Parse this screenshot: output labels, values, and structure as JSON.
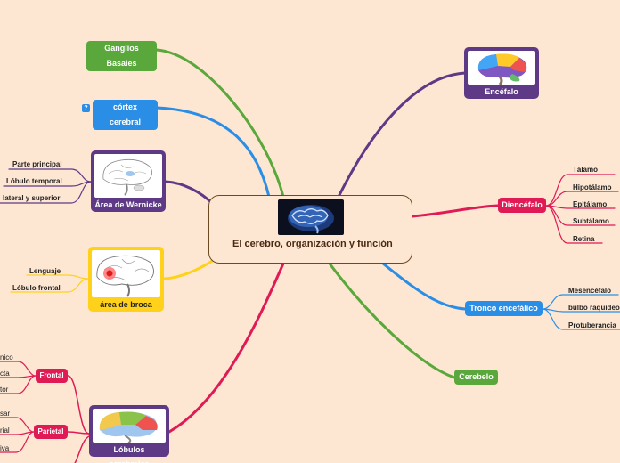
{
  "central": {
    "title": "El cerebro, organización y función",
    "image": "brain-photo"
  },
  "branches": {
    "ganglios": {
      "label": "Ganglios Basales",
      "color": "#5aa83c"
    },
    "cortex": {
      "label": "córtex cerebral",
      "color": "#2a8ee6",
      "badge": "?"
    },
    "wernicke": {
      "label": "Área de Wernicke",
      "color": "#5e3a86",
      "children": [
        "Parte principal",
        "Lóbulo temporal",
        "lateral y superior"
      ]
    },
    "broca": {
      "label": "área de broca",
      "color": "#ffd11a",
      "children": [
        "Lenguaje",
        "Lóbulo frontal"
      ]
    },
    "lobulos": {
      "label": "Lóbulos cerebrales",
      "color": "#5e3a86",
      "frontal": {
        "label": "Frontal",
        "children": [
          "nico",
          "cta",
          "tor"
        ]
      },
      "parietal": {
        "label": "Parietal",
        "children": [
          "sar",
          "rial",
          "iva"
        ]
      }
    },
    "encefalo": {
      "label": "Encéfalo",
      "color": "#5e3a86"
    },
    "diencefalo": {
      "label": "Diencéfalo",
      "color": "#e01a54",
      "children": [
        "Tálamo",
        "Hipotálamo",
        "Epitálamo",
        "Subtálamo",
        "Retina"
      ]
    },
    "tronco": {
      "label": "Tronco encefálico",
      "color": "#2a8ee6",
      "children": [
        "Mesencéfalo",
        "bulbo raquídeo",
        "Protuberancia"
      ]
    },
    "cerebelo": {
      "label": "Cerebelo",
      "color": "#5aa83c"
    }
  }
}
